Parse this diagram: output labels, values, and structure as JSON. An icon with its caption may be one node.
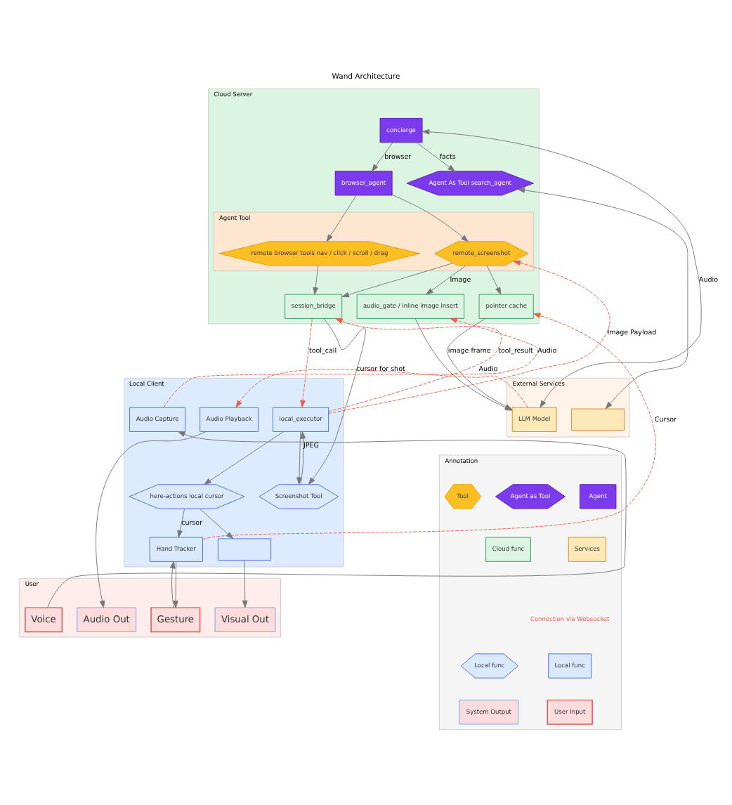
{
  "diagram": {
    "title": "Wand Architecture",
    "nodes": [
      {
        "text": [
          "Cloud Server"
        ]
      },
      {
        "text": [
          "concierge"
        ],
        "in": 0
      },
      {
        "text": [
          "Agent As Tool search_agent"
        ],
        "in": 0
      },
      {
        "text": [
          "browser_agent"
        ],
        "in": 0
      },
      {
        "text": [
          "Agent Tool"
        ],
        "in": 0
      },
      {
        "text": [
          "remote_screenshot"
        ],
        "in": 4
      },
      {
        "text": [
          "remote browser tools nav / click / scroll / drag"
        ],
        "in": 4
      },
      {
        "text": [
          "audio_gate / inline image insert"
        ],
        "in": 0
      },
      {
        "text": [
          "pointer cache"
        ],
        "in": 0
      },
      {
        "text": [
          "session_bridge"
        ],
        "in": 0
      },
      {
        "text": [
          "External Services"
        ]
      },
      {
        "text": [],
        "shape": "box",
        "in": 10
      },
      {
        "text": [
          "LLM Model"
        ],
        "in": 10
      },
      {
        "text": [
          "Local Client"
        ]
      },
      {
        "text": [
          "local_executor"
        ],
        "in": 13
      },
      {
        "text": [
          "Audio Playback"
        ],
        "in": 13
      },
      {
        "text": [
          "Audio Capture"
        ],
        "in": 13
      },
      {
        "text": [
          "Screenshot Tool"
        ],
        "in": 13
      },
      {
        "text": [
          "here-actions local cursor"
        ],
        "in": 13
      },
      {
        "text": [],
        "shape": "box",
        "in": 13
      },
      {
        "text": [
          "Hand Tracker"
        ],
        "in": 13
      },
      {
        "text": [
          "User"
        ]
      },
      {
        "text": [
          "Audio Out"
        ],
        "in": 21
      },
      {
        "text": [
          "Visual Out"
        ],
        "in": 21
      },
      {
        "text": [
          "Gesture"
        ],
        "in": 21
      },
      {
        "text": [
          "Voice"
        ],
        "in": 21
      },
      {
        "text": [
          "Annotation"
        ]
      },
      {
        "text": [
          "Agent"
        ],
        "in": 26
      },
      {
        "text": [
          "Agent as Tool"
        ],
        "in": 26
      },
      {
        "text": [
          "Tool"
        ],
        "in": 26
      },
      {
        "text": [
          "Services"
        ],
        "in": 26
      },
      {
        "text": [
          "Cloud func"
        ],
        "in": 26
      },
      {
        "text": [
          "Local func"
        ],
        "in": 26
      },
      {
        "text": [
          "Local func"
        ],
        "in": 26
      },
      {
        "text": [
          "User Input"
        ],
        "in": 26
      },
      {
        "text": [
          "System Output"
        ],
        "in": 26
      }
    ],
    "edges": [
      {
        "from": 1,
        "to": 2,
        "arrow": "to",
        "label": "facts"
      },
      {
        "from": 12,
        "to": 1,
        "arrow": "both",
        "label": "Audio"
      },
      {
        "from": 2,
        "to": 11,
        "arrow": "both"
      },
      {
        "from": 1,
        "to": 3,
        "arrow": "to",
        "label": "browser"
      },
      {
        "from": 3,
        "to": 5,
        "arrow": "to"
      },
      {
        "from": 3,
        "to": 6,
        "arrow": "to"
      },
      {
        "from": 5,
        "to": 7,
        "arrow": "to",
        "label": "Image"
      },
      {
        "from": 5,
        "to": 8,
        "arrow": "to"
      },
      {
        "from": 5,
        "to": 9,
        "arrow": "to"
      },
      {
        "from": 6,
        "to": 9,
        "arrow": "to"
      },
      {
        "from": 7,
        "to": 12,
        "arrow": "to"
      },
      {
        "from": 8,
        "to": 12,
        "arrow": "to",
        "label": "image frame"
      },
      {
        "from": 9,
        "to": 17,
        "arrow": "to",
        "label": "cursor for shot"
      },
      {
        "from": 14,
        "to": 5,
        "arrow": "to",
        "label": "Image Payload",
        "style": "dashed",
        "color": "#e8604c"
      },
      {
        "from": 20,
        "to": 8,
        "arrow": "to",
        "label": "Cursor",
        "style": "dashed",
        "color": "#e8604c"
      },
      {
        "from": 16,
        "to": 7,
        "arrow": "to",
        "label": "Audio",
        "style": "dashed",
        "color": "#e8604c"
      },
      {
        "from": 9,
        "to": 14,
        "arrow": "to",
        "label": "tool_call",
        "style": "dashed",
        "color": "#e8604c"
      },
      {
        "from": 14,
        "to": 9,
        "arrow": "to",
        "label": "tool_result",
        "style": "dashed",
        "color": "#e8604c"
      },
      {
        "from": 12,
        "to": 15,
        "arrow": "to",
        "label": "Audio",
        "style": "dashed",
        "color": "#e8604c"
      },
      {
        "from": 14,
        "to": 17,
        "arrow": "to"
      },
      {
        "from": 17,
        "to": 14,
        "arrow": "to",
        "label": "JPEG"
      },
      {
        "from": 14,
        "to": 18,
        "arrow": "to"
      },
      {
        "from": 15,
        "to": 22,
        "arrow": "to"
      },
      {
        "from": 18,
        "to": 19,
        "arrow": "to"
      },
      {
        "from": 18,
        "to": 20,
        "arrow": "to",
        "label": "cursor"
      },
      {
        "from": 19,
        "to": 23,
        "arrow": "to"
      },
      {
        "from": 20,
        "to": 24,
        "arrow": "to"
      },
      {
        "from": 24,
        "to": 20,
        "arrow": "to"
      },
      {
        "from": 25,
        "to": 16,
        "arrow": "to"
      }
    ],
    "legend": [
      {
        "text": "Connection via Websocket"
      }
    ]
  }
}
